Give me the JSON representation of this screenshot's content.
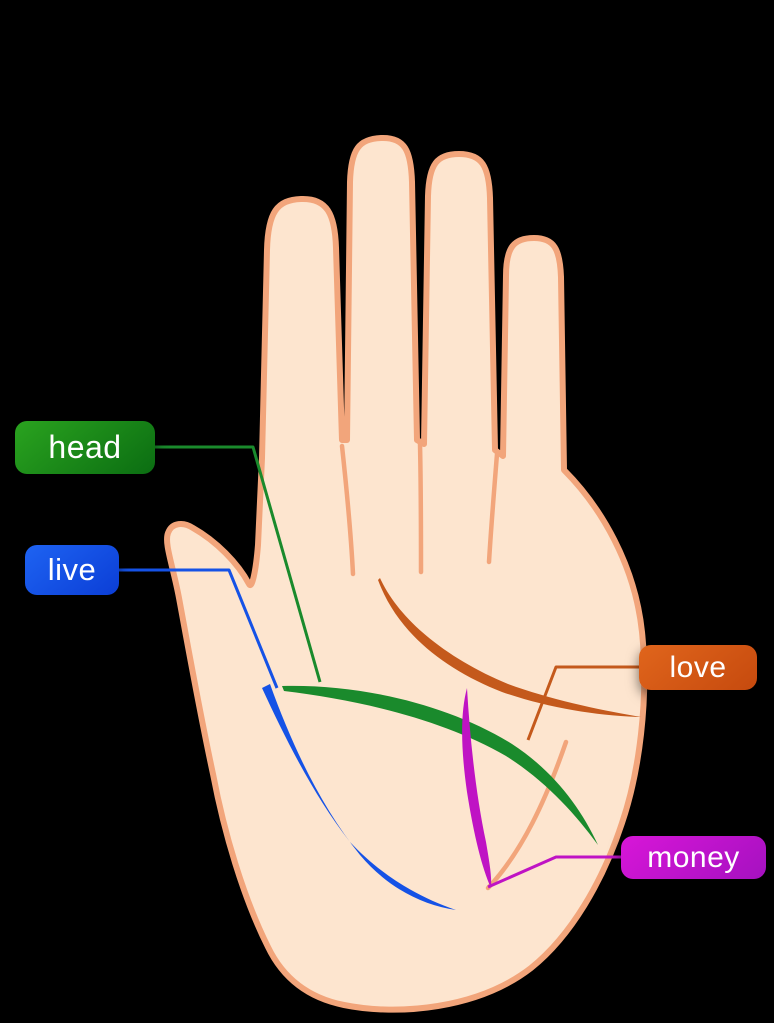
{
  "background_color": "#000000",
  "hand": {
    "skin_color": "#fde5cf",
    "outline_color": "#f2a57b"
  },
  "palm_lines": {
    "head": {
      "label": "head",
      "color": "#1a8a2c"
    },
    "life": {
      "label": "live",
      "color": "#1552e6"
    },
    "heart": {
      "label": "love",
      "color": "#c4591c"
    },
    "money": {
      "label": "money",
      "color": "#bf13c4"
    }
  },
  "labels": {
    "head": {
      "text": "head",
      "bg_start": "#2aa31f",
      "bg_end": "#0b6d12",
      "text_color": "#ffffff"
    },
    "live": {
      "text": "live",
      "bg_start": "#1e63f2",
      "bg_end": "#0b3ed6",
      "text_color": "#ffffff"
    },
    "love": {
      "text": "love",
      "bg_start": "#e0651c",
      "bg_end": "#c64a0e",
      "text_color": "#ffffff"
    },
    "money": {
      "text": "money",
      "bg_start": "#d816d8",
      "bg_end": "#a511c0",
      "text_color": "#ffffff"
    }
  }
}
